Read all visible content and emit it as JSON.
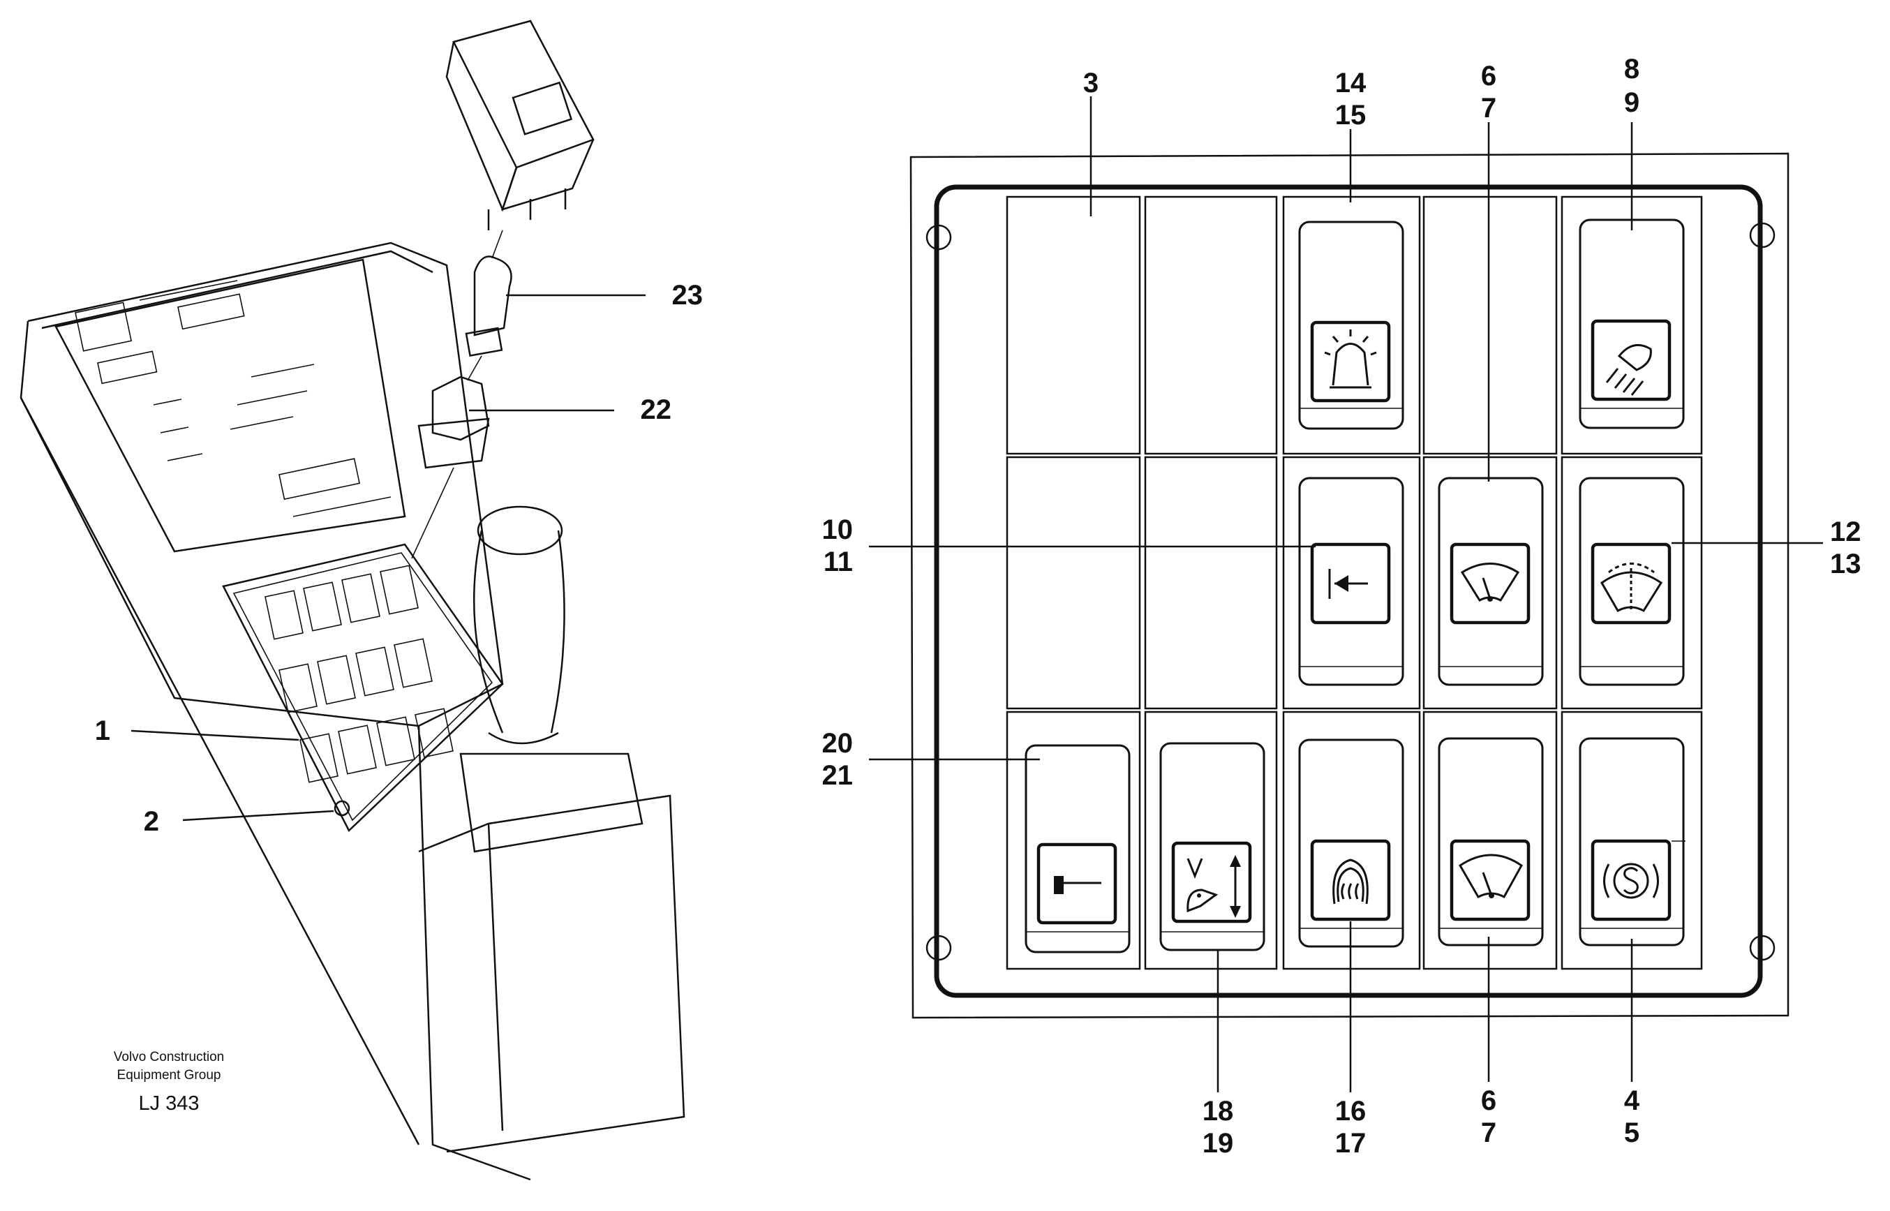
{
  "caption": {
    "line1": "Volvo Construction",
    "line2": "Equipment Group",
    "code": "LJ 343"
  },
  "left_callouts": {
    "c1": "1",
    "c2": "2",
    "c22": "22",
    "c23": "23"
  },
  "panel_callouts": {
    "top_3": "3",
    "top_14": "14",
    "top_15": "15",
    "top_6": "6",
    "top_7": "7",
    "top_8": "8",
    "top_9": "9",
    "left_10": "10",
    "left_11": "11",
    "left_20": "20",
    "left_21": "21",
    "right_12": "12",
    "right_13": "13",
    "bottom_18": "18",
    "bottom_19": "19",
    "bottom_16": "16",
    "bottom_17": "17",
    "bottom_6": "6",
    "bottom_7": "7",
    "bottom_4": "4",
    "bottom_5": "5"
  },
  "icons": {
    "r0c2": "beacon-light-icon",
    "r0c4": "work-light-icon",
    "r1c2": "arrow-to-bar-icon",
    "r1c3": "wiper-icon",
    "r1c4": "intermittent-wiper-icon",
    "r2c0": "hammer-icon",
    "r2c1": "boom-float-icon",
    "r2c2": "rear-window-defrost-icon",
    "r2c3": "wiper-icon",
    "r2c4": "parking-brake-icon"
  }
}
